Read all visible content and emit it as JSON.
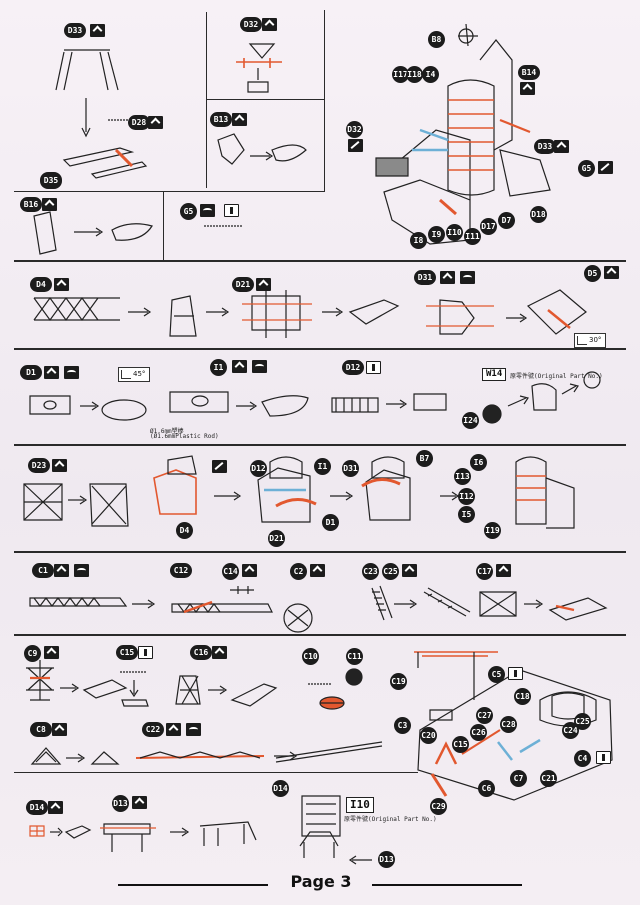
{
  "page": {
    "title": "Page 3"
  },
  "colors": {
    "ink": "#1c1c1c",
    "highlight_red": "#e2582f",
    "highlight_blue": "#6db0d6",
    "paper": "#f4eef4"
  },
  "callouts": {
    "d33a": "D33",
    "d28": "D28",
    "d35": "D35",
    "d32a": "D32",
    "b13": "B13",
    "b8": "B8",
    "i17": "I17",
    "i18": "I18",
    "i4": "I4",
    "b14": "B14",
    "d32b": "D32",
    "d33b": "D33",
    "g5a": "G5",
    "i8": "I8",
    "i9": "I9",
    "i10": "I10",
    "i11a": "I11",
    "d17": "D17",
    "d7": "D7",
    "d18": "D18",
    "b16": "B16",
    "g5b": "G5",
    "d4a": "D4",
    "d21a": "D21",
    "d31a": "D31",
    "d5": "D5",
    "d1a": "D1",
    "i1": "I1",
    "d12a": "D12",
    "i24": "I24",
    "d23": "D23",
    "d4b": "D4",
    "d12b": "D12",
    "i11b": "I1",
    "d21b": "D21",
    "d1b": "D1",
    "d31b": "D31",
    "b7": "B7",
    "i6": "I6",
    "i13": "I13",
    "i12": "I12",
    "i5": "I5",
    "i19": "I19",
    "c1": "C1",
    "c12": "C12",
    "c14": "C14",
    "c2": "C2",
    "c23": "C23",
    "c25": "C25",
    "c17": "C17",
    "c9": "C9",
    "c15": "C15",
    "c16": "C16",
    "c10": "C10",
    "c11": "C11",
    "c8": "C8",
    "c22": "C22",
    "c19": "C19",
    "c5": "C5",
    "c18": "C18",
    "c3": "C3",
    "c27": "C27",
    "c28": "C28",
    "c20": "C20",
    "c26": "C26",
    "c24": "C24",
    "c25b": "C25",
    "c4": "C4",
    "c21": "C21",
    "c7": "C7",
    "c6": "C6",
    "c29": "C29",
    "d14a": "D14",
    "d13a": "D13",
    "d14b": "D14",
    "d13b": "D13"
  },
  "notes": {
    "angle45": "45°",
    "angle30": "30°",
    "rod_cn": "Ø1.6mm塑棒",
    "rod_en": "(Ø1.6mmPlastic Rod)",
    "w14_label": "W14",
    "w14_note": "原零件號(Original Part No.)",
    "i10_label": "I10",
    "i10_note": "原零件號(Original Part No.)"
  }
}
